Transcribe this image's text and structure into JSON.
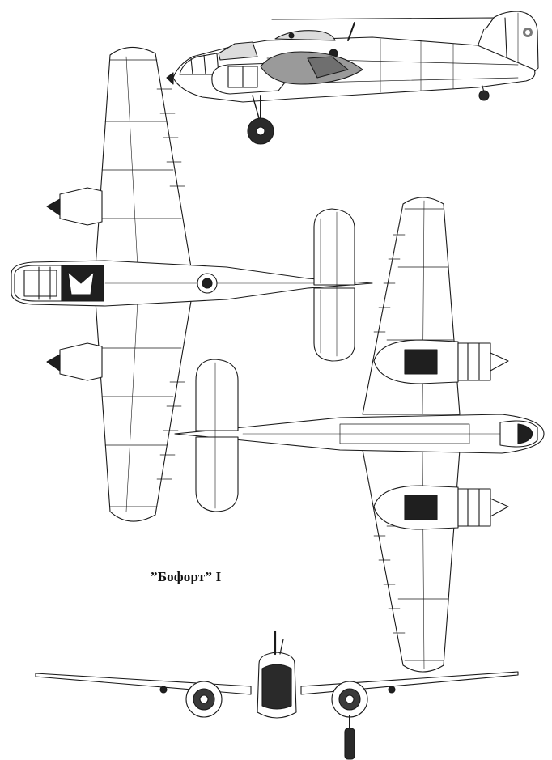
{
  "caption": "”Бофорт” I",
  "views": [
    {
      "view": "side"
    },
    {
      "view": "top"
    },
    {
      "view": "bottom"
    },
    {
      "view": "front"
    }
  ],
  "colors": {
    "line": "#1a1a1a",
    "fill": "#ffffff",
    "dark": "#1f1f1f",
    "grey": "#7a7a7a"
  }
}
